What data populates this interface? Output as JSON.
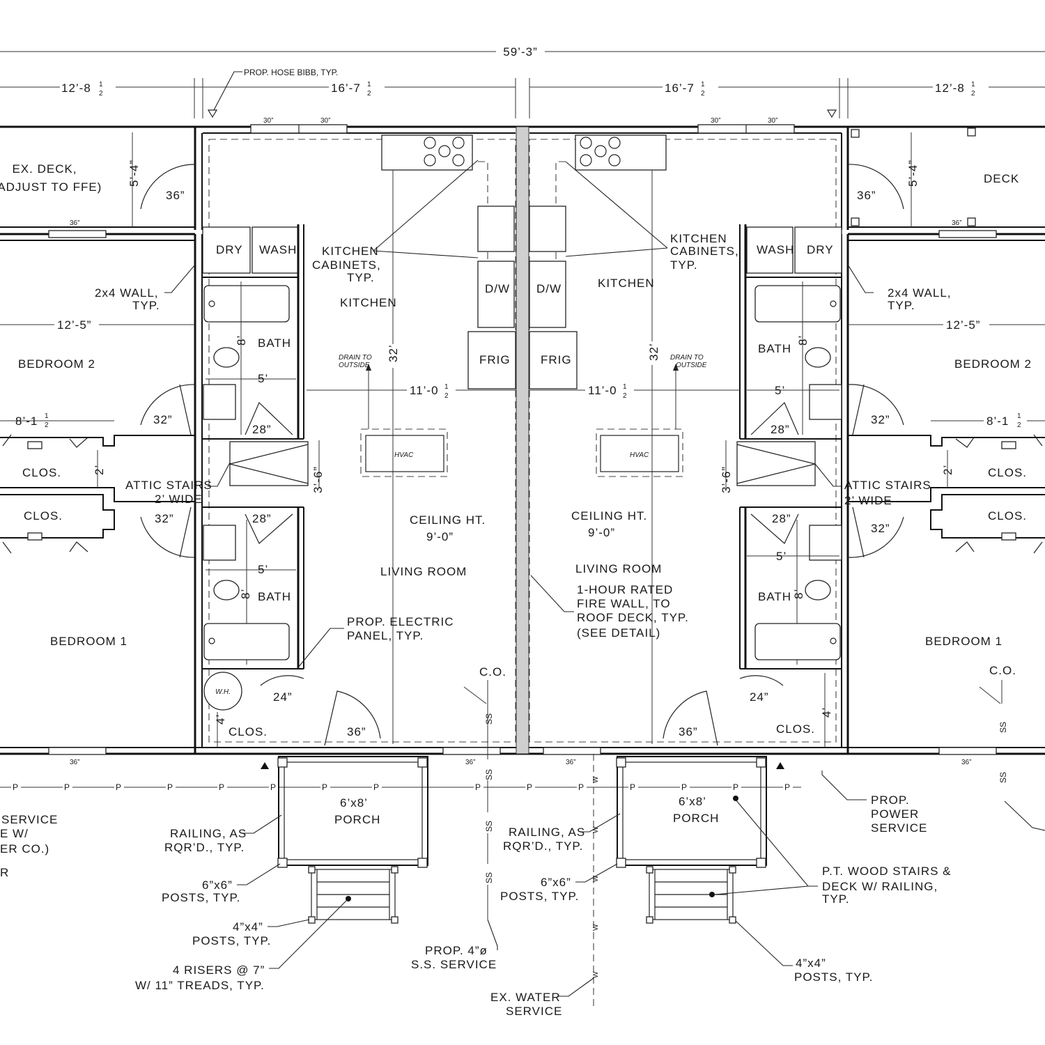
{
  "dimensions": {
    "overall": "59’-3”",
    "left_deck_width": "12’-8",
    "left_unit_width": "16’-7",
    "right_unit_width": "16’-7",
    "right_deck_width": "12’-8",
    "half": "1",
    "half_den": "2",
    "left_bedroom_width": "12’-5”",
    "right_bedroom_width": "12’-5”",
    "left_closet_width": "8’-1",
    "right_closet_width": "8’-1",
    "left_living_width": "11’-0",
    "right_living_width": "11’-0",
    "living_depth": "32’",
    "deck_depth": "5’-4”",
    "bath_depth": "8’",
    "bath_width": "5’",
    "attic_depth": "3’-6”",
    "closet_depth": "2’",
    "wh_closet_depth": "4’",
    "door_36": "36”",
    "door_32": "32”",
    "door_28": "28”",
    "door_24": "24”",
    "window_30": "30”",
    "window_36": "36”"
  },
  "rooms": {
    "ex_deck_line1": "EX. DECK,",
    "ex_deck_line2": "(ADJUST TO FFE)",
    "deck": "DECK",
    "dry": "DRY",
    "wash": "WASH",
    "kitchen": "KITCHEN",
    "bath": "BATH",
    "bedroom_1": "BEDROOM 1",
    "bedroom_2": "BEDROOM 2",
    "closet": "CLOS.",
    "living_room": "LIVING ROOM",
    "ceiling_line1": "CEILING HT.",
    "ceiling_line2": "9’-0”",
    "dw": "D/W",
    "frig": "FRIG",
    "hvac": "HVAC",
    "drain_line1": "DRAIN TO",
    "drain_line2": "OUTSIDE",
    "wh": "W.H.",
    "porch_size": "6’x8’",
    "porch": "PORCH",
    "co": "C.O.",
    "ss": "SS",
    "p": "P",
    "w": "W"
  },
  "notes": {
    "hose_bibb": "PROP. HOSE BIBB, TYP.",
    "kitchen_cab_1": "KITCHEN",
    "kitchen_cab_2": "CABINETS,",
    "kitchen_cab_3": "TYP.",
    "wall_1": "2x4 WALL,",
    "wall_2": "TYP.",
    "attic_1": "ATTIC STAIRS",
    "attic_2": "2’ WIDE",
    "panel_1": "PROP. ELECTRIC",
    "panel_2": "PANEL, TYP.",
    "fire_1": "1-HOUR RATED",
    "fire_2": "FIRE WALL, TO",
    "fire_3": "ROOF DECK, TYP.",
    "fire_4": "(SEE DETAIL)",
    "service_1": "SERVICE",
    "service_2": "E W/",
    "service_3": "ER CO.)",
    "service_4": "R",
    "railing_1": "RAILING, AS",
    "railing_2": "RQR’D., TYP.",
    "posts6_1": "6”x6”",
    "posts6_2": "POSTS, TYP.",
    "posts4_1": "4”x4”",
    "posts4_2": "POSTS, TYP.",
    "risers_1": "4 RISERS @ 7”",
    "risers_2": "W/ 11” TREADS, TYP.",
    "ss_service_1": "PROP. 4”ø",
    "ss_service_2": "S.S. SERVICE",
    "water_1": "EX. WATER",
    "water_2": "SERVICE",
    "power_1": "PROP.",
    "power_2": "POWER",
    "power_3": "SERVICE",
    "stairs_1": "P.T. WOOD STAIRS &",
    "stairs_2": "DECK W/ RAILING,",
    "stairs_3": "TYP."
  }
}
